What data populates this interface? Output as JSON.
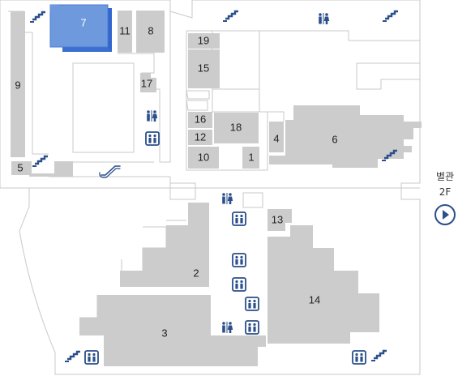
{
  "map": {
    "selected_room": "7",
    "colors": {
      "room": "#cccccc",
      "selected": "#6f99dd",
      "selected_side": "#3366cc",
      "icon": "#2a4f8a",
      "wall": "#c8c8c8"
    },
    "rooms": [
      "1",
      "2",
      "3",
      "4",
      "5",
      "6",
      "7",
      "8",
      "9",
      "10",
      "11",
      "12",
      "13",
      "14",
      "15",
      "16",
      "17",
      "18",
      "19"
    ],
    "annex": {
      "label": "별관",
      "floor": "2F",
      "icon": "play-circle-icon"
    },
    "icons": {
      "stairs": "stairs-icon",
      "elevator": "elevator-icon",
      "restroom": "restroom-icon",
      "escalator": "escalator-icon"
    }
  }
}
